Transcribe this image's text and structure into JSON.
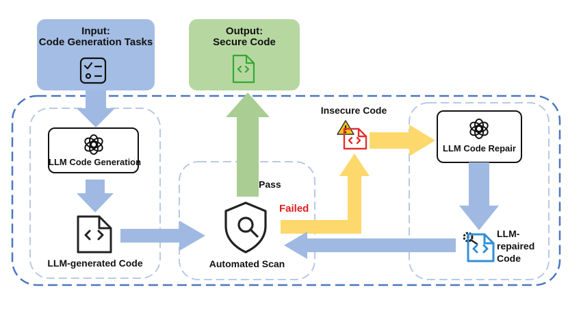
{
  "input": {
    "line1": "Input:",
    "line2": "Code Generation Tasks"
  },
  "output": {
    "line1": "Output:",
    "line2": "Secure Code"
  },
  "llm_generation": {
    "label": "LLM Code Generation"
  },
  "generated_code": {
    "label": "LLM-generated Code"
  },
  "scan": {
    "label": "Automated Scan"
  },
  "pass_label": "Pass",
  "failed_label": "Failed",
  "insecure": {
    "label": "Insecure Code"
  },
  "repair": {
    "label": "LLM Code Repair"
  },
  "repaired": {
    "line1": "LLM-",
    "line2": "repaired",
    "line3": "Code"
  },
  "colors": {
    "input_box": "#a4bde4",
    "output_box": "#b7d7a1",
    "blue_arrow": "#9fb9e2",
    "green_arrow": "#a9cd93",
    "yellow_arrow": "#fdd86c",
    "outer_dash": "#4a76c0",
    "inner_dash": "#b8c9e4",
    "secure_icon": "#33a833",
    "insecure_icon": "#e03030",
    "repaired_icon": "#2f8fd8",
    "failed_text": "#e01b1b"
  },
  "icons": [
    "checklist-icon",
    "secure-code-file-icon",
    "openai-logo-icon",
    "code-file-icon",
    "shield-search-icon",
    "warning-icon",
    "insecure-code-file-icon",
    "repaired-code-file-icon",
    "gear-wrench-icon"
  ]
}
